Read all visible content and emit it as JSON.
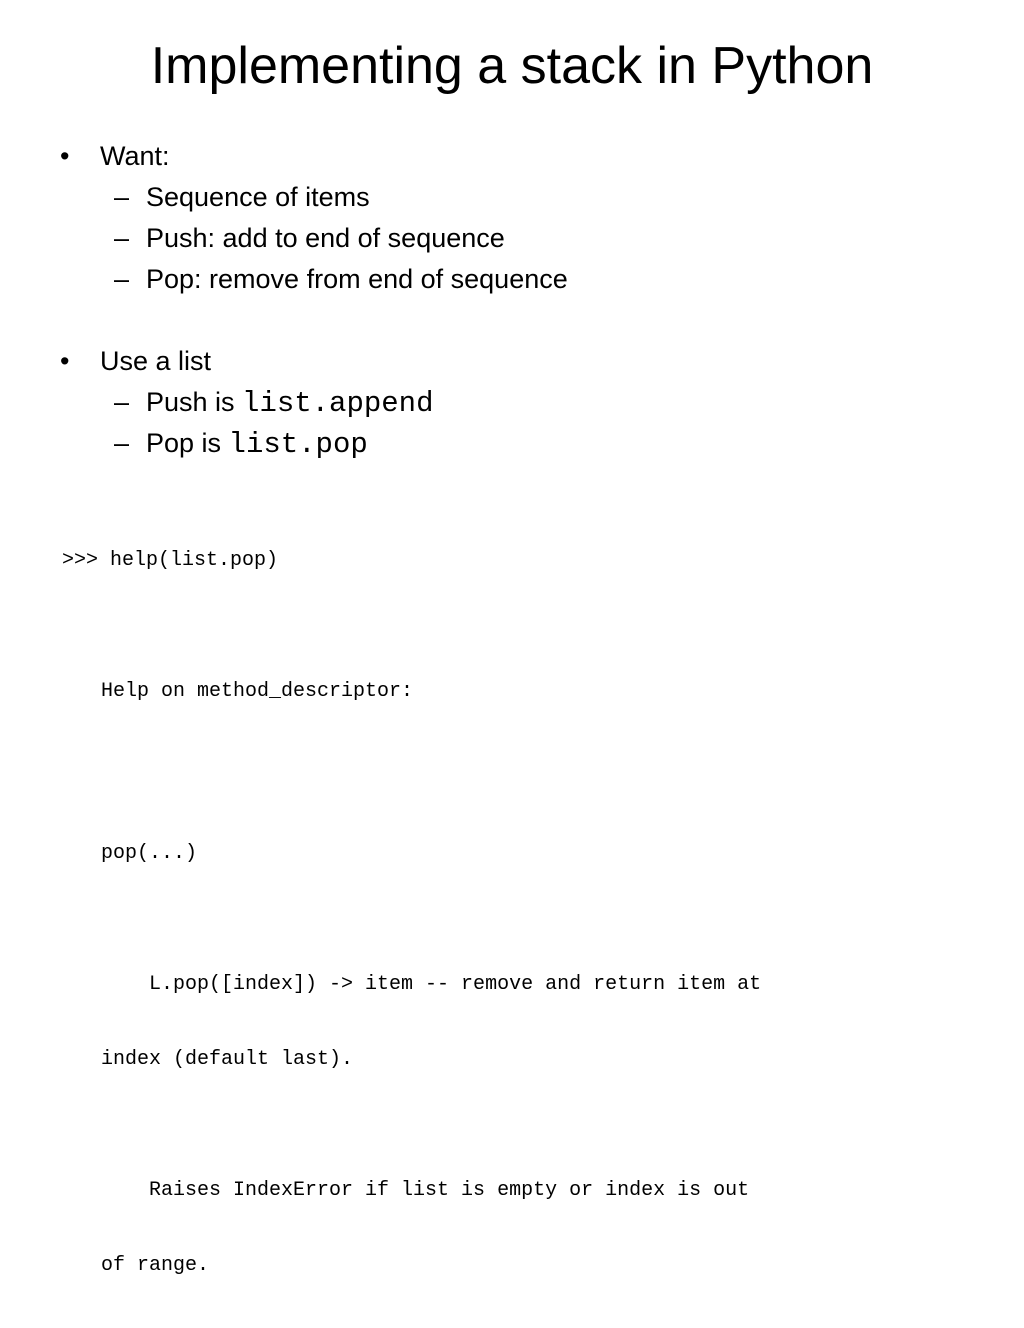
{
  "slide": {
    "title": "Implementing a stack in Python",
    "bullets": [
      {
        "marker": "•",
        "text": "Want:",
        "subitems": [
          {
            "marker": "–",
            "text": "Sequence of items"
          },
          {
            "marker": "–",
            "text": "Push: add to end of sequence"
          },
          {
            "marker": "–",
            "text": "Pop: remove from end of sequence"
          }
        ]
      },
      {
        "marker": "•",
        "text": "Use a list",
        "subitems": [
          {
            "marker": "–",
            "text": "Push is ",
            "code": "list.append"
          },
          {
            "marker": "–",
            "text": "Pop is ",
            "code": "list.pop"
          }
        ]
      }
    ],
    "code_block": {
      "prompt_line": ">>> help(list.pop)",
      "help_header": "Help on method_descriptor:",
      "signature": "pop(...)",
      "desc_1a": "    L.pop([index]) -> item -- remove and return item at",
      "desc_1b": "index (default last).",
      "desc_2a": "    Raises IndexError if list is empty or index is out",
      "desc_2b": "of range."
    }
  }
}
